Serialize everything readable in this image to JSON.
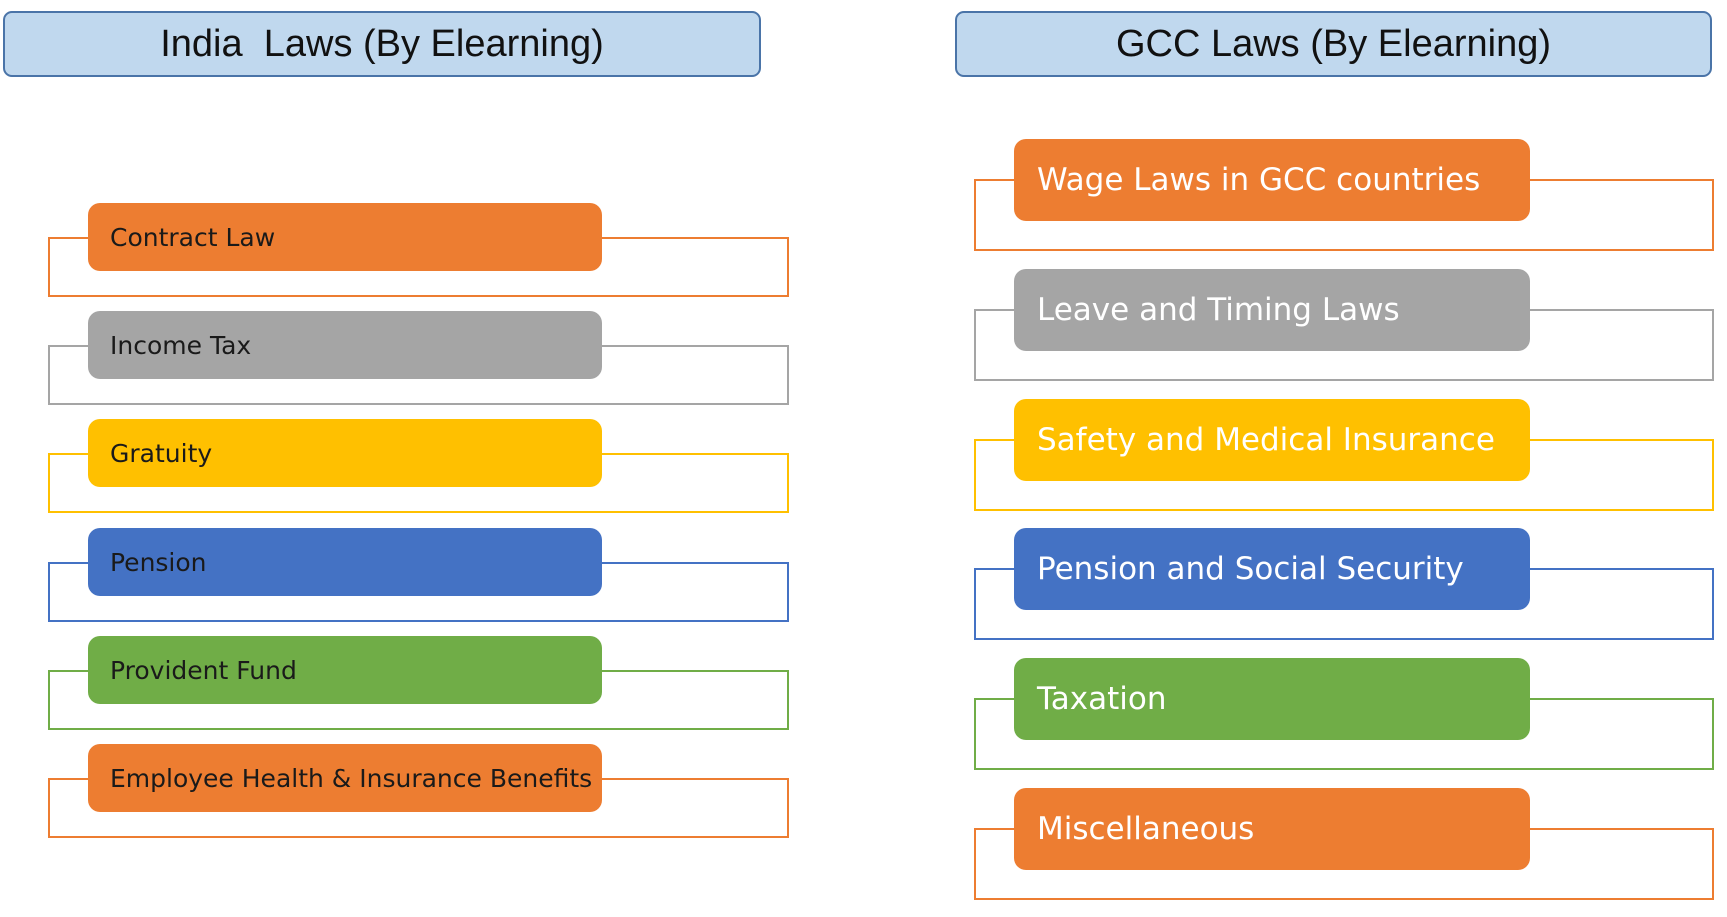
{
  "india": {
    "title": "India  Laws (By Elearning)",
    "items": [
      {
        "label": "Contract Law",
        "color": "#ed7d31"
      },
      {
        "label": "Income Tax",
        "color": "#a5a5a5"
      },
      {
        "label": "Gratuity",
        "color": "#ffc000"
      },
      {
        "label": "Pension",
        "color": "#4472c4"
      },
      {
        "label": "Provident Fund",
        "color": "#70ad47"
      },
      {
        "label": "Employee Health & Insurance Benefits",
        "color": "#ed7d31"
      }
    ]
  },
  "gcc": {
    "title": "GCC Laws (By Elearning)",
    "items": [
      {
        "label": "Wage Laws in GCC countries",
        "color": "#ed7d31"
      },
      {
        "label": "Leave and Timing Laws",
        "color": "#a5a5a5"
      },
      {
        "label": "Safety and Medical Insurance",
        "color": "#ffc000"
      },
      {
        "label": "Pension and Social Security",
        "color": "#4472c4"
      },
      {
        "label": "Taxation",
        "color": "#70ad47"
      },
      {
        "label": "Miscellaneous",
        "color": "#ed7d31"
      }
    ]
  }
}
